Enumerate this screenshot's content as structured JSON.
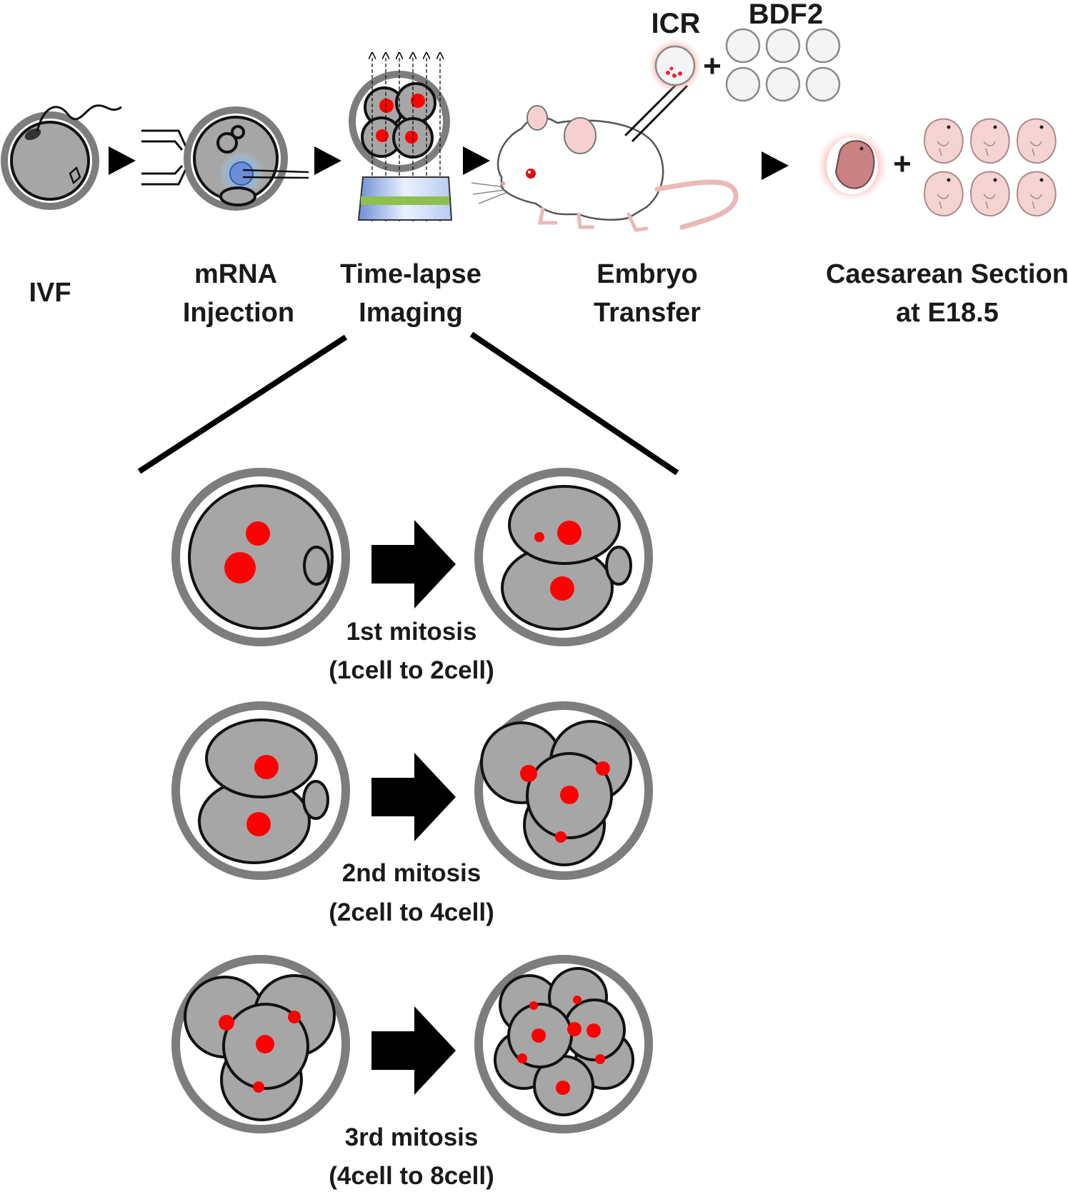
{
  "steps": {
    "ivf": "IVF",
    "mrna_line1": "mRNA",
    "mrna_line2": "Injection",
    "timelapse_line1": "Time-lapse",
    "timelapse_line2": "Imaging",
    "transfer_line1": "Embryo",
    "transfer_line2": "Transfer",
    "caesarean_line1": "Caesarean Section",
    "caesarean_line2": "at E18.5"
  },
  "top_labels": {
    "icr": "ICR",
    "bdf2": "BDF2",
    "plus": "+"
  },
  "mitoses": [
    {
      "line1": "1st mitosis",
      "line2": "(1cell to 2cell)"
    },
    {
      "line1": "2nd mitosis",
      "line2": "(2cell to 4cell)"
    },
    {
      "line1": "3rd mitosis",
      "line2": "(4cell to 8cell)"
    }
  ],
  "colors": {
    "nucleus": "#ff0000",
    "cytoplasm": "#a6a6a6",
    "zona": "#7d7d7d",
    "glow": "#ff5a5a",
    "pup": "#f6d3d3"
  }
}
